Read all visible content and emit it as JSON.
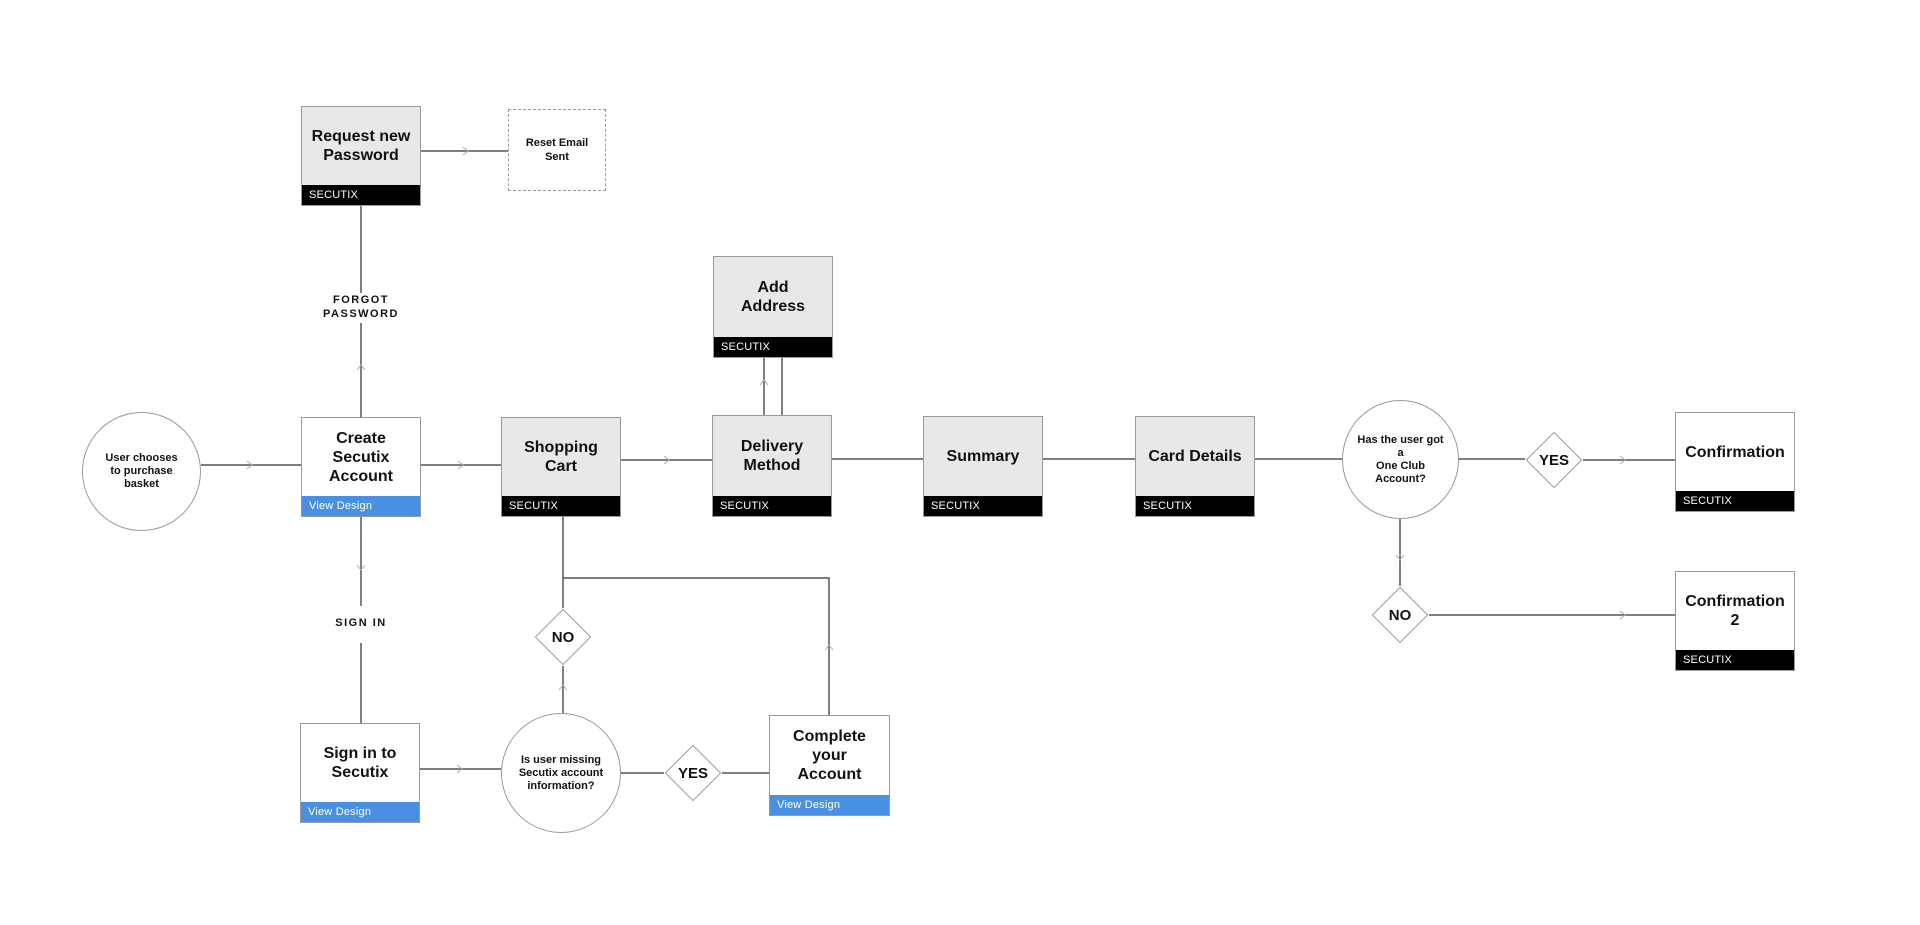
{
  "nodes": {
    "request_password": {
      "title": "Request new\nPassword",
      "tag": "SECUTIX"
    },
    "reset_email": {
      "title": "Reset Email\nSent"
    },
    "add_address": {
      "title": "Add\nAddress",
      "tag": "SECUTIX"
    },
    "user_chooses": {
      "title": "User chooses\nto purchase\nbasket"
    },
    "create_account": {
      "title": "Create\nSecutix\nAccount",
      "link": "View Design"
    },
    "shopping_cart": {
      "title": "Shopping\nCart",
      "tag": "SECUTIX"
    },
    "delivery_method": {
      "title": "Delivery\nMethod",
      "tag": "SECUTIX"
    },
    "summary": {
      "title": "Summary",
      "tag": "SECUTIX"
    },
    "card_details": {
      "title": "Card Details",
      "tag": "SECUTIX"
    },
    "one_club_question": {
      "title": "Has the user got a\nOne Club Account?"
    },
    "confirmation": {
      "title": "Confirmation",
      "tag": "SECUTIX"
    },
    "confirmation_2": {
      "title": "Confirmation 2",
      "tag": "SECUTIX"
    },
    "sign_in_secutix": {
      "title": "Sign in to\nSecutix",
      "link": "View Design"
    },
    "missing_info_question": {
      "title": "Is user missing\nSecutix account\ninformation?"
    },
    "complete_account": {
      "title": "Complete\nyour\nAccount",
      "link": "View Design"
    }
  },
  "decisions": {
    "yes_one_club": "YES",
    "no_one_club": "NO",
    "no_missing": "NO",
    "yes_missing": "YES"
  },
  "edge_labels": {
    "forgot_password": "FORGOT\nPASSWORD",
    "sign_in": "SIGN IN"
  },
  "colors": {
    "box_grey": "#e8e8e8",
    "tag_black": "#000000",
    "link_blue": "#4a90e2",
    "line": "#555555",
    "border": "#9a9a9a"
  }
}
